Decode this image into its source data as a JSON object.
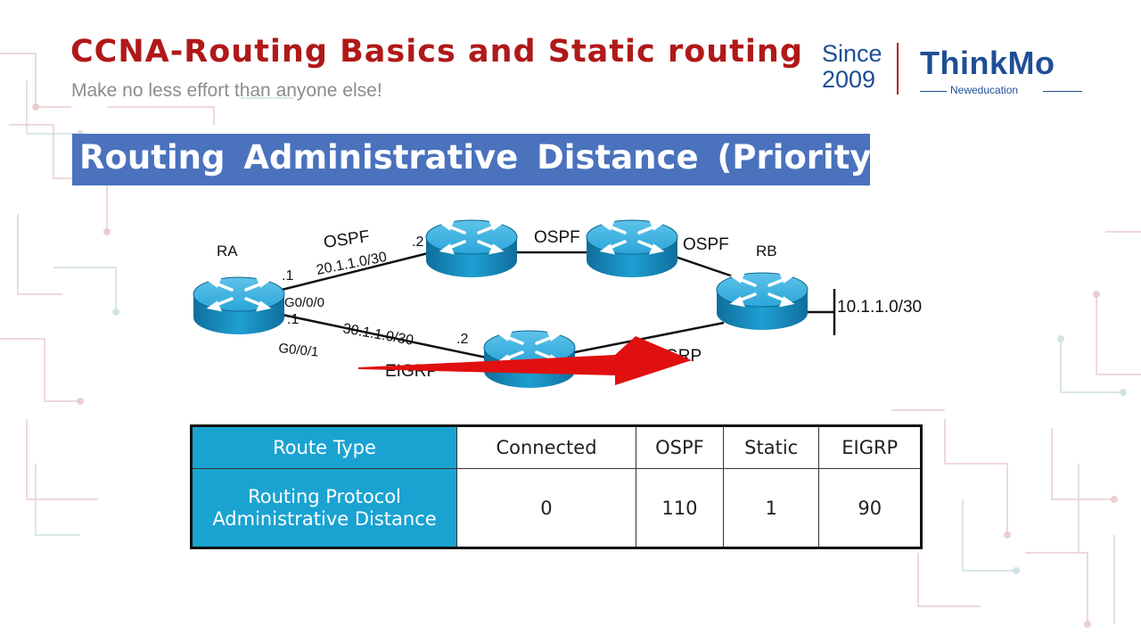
{
  "header": {
    "title": "CCNA-Routing Basics and Static routing",
    "subtitle": "Make no less effort than anyone else!"
  },
  "logo": {
    "since_line1": "Since",
    "since_line2": "2009",
    "brand": "ThinkMo",
    "tagline": "Neweducation"
  },
  "banner": {
    "text": "Routing Administrative Distance (Priority)"
  },
  "diagram": {
    "routers": {
      "ra": "RA",
      "rb": "RB"
    },
    "labels": {
      "ospf_top_left": "OSPF",
      "ospf_top_middle": "OSPF",
      "ospf_top_right": "OSPF",
      "eigrp_bottom_left": "EIGRP",
      "eigrp_bottom_right": "EIGRP",
      "net_top": "20.1.1.0/30",
      "net_bottom": "30.1.1.0/30",
      "net_rb": "10.1.1.0/30",
      "ip_top_ra": ".1",
      "ip_top_r1": ".2",
      "ip_bottom_ra": ".1",
      "ip_bottom_r2": ".2",
      "if_top": "G0/0/0",
      "if_bottom": "G0/0/1"
    }
  },
  "table": {
    "header_label": "Route Type",
    "row_label": "Routing Protocol Administrative Distance",
    "columns": [
      "Connected",
      "OSPF",
      "Static",
      "EIGRP"
    ],
    "values": [
      "0",
      "110",
      "1",
      "90"
    ]
  },
  "colors": {
    "title": "#b01919",
    "banner": "#4a72bd",
    "table_header": "#1aa3d1",
    "router": "#1b8fc0",
    "arrow": "#e01010",
    "brand": "#1f4e96"
  }
}
